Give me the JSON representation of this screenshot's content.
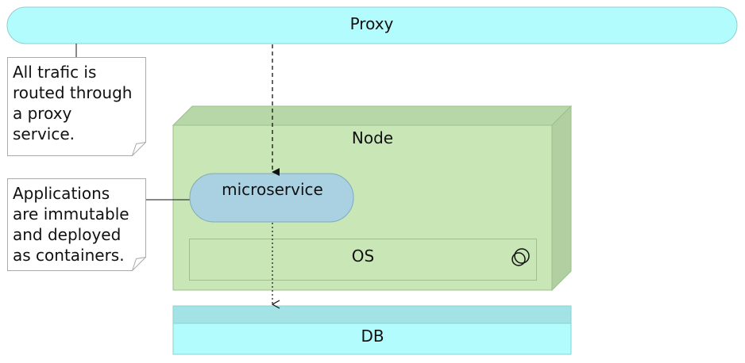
{
  "proxy": {
    "label": "Proxy"
  },
  "notes": {
    "traffic": {
      "lines": [
        "All trafic is",
        "routed through",
        "a proxy",
        "service."
      ]
    },
    "apps": {
      "lines": [
        "Applications",
        "are immutable",
        "and deployed",
        "as containers."
      ]
    }
  },
  "node": {
    "label": "Node"
  },
  "microservice": {
    "label": "microservice"
  },
  "os": {
    "label": "OS"
  },
  "db": {
    "label": "DB"
  },
  "colors": {
    "proxy_fill": "#b3fcfe",
    "proxy_stroke": "#8ecfd0",
    "node_front": "#c9e6b7",
    "node_side": "#b2cfa2",
    "node_top": "#b8d7a8",
    "node_stroke": "#9cbf8c",
    "microservice_fill": "#a9d1e2",
    "microservice_stroke": "#7faabb",
    "db_top": "#a3e3e6",
    "db_body": "#b3fcfe",
    "note_stroke": "#aaaaaa"
  }
}
